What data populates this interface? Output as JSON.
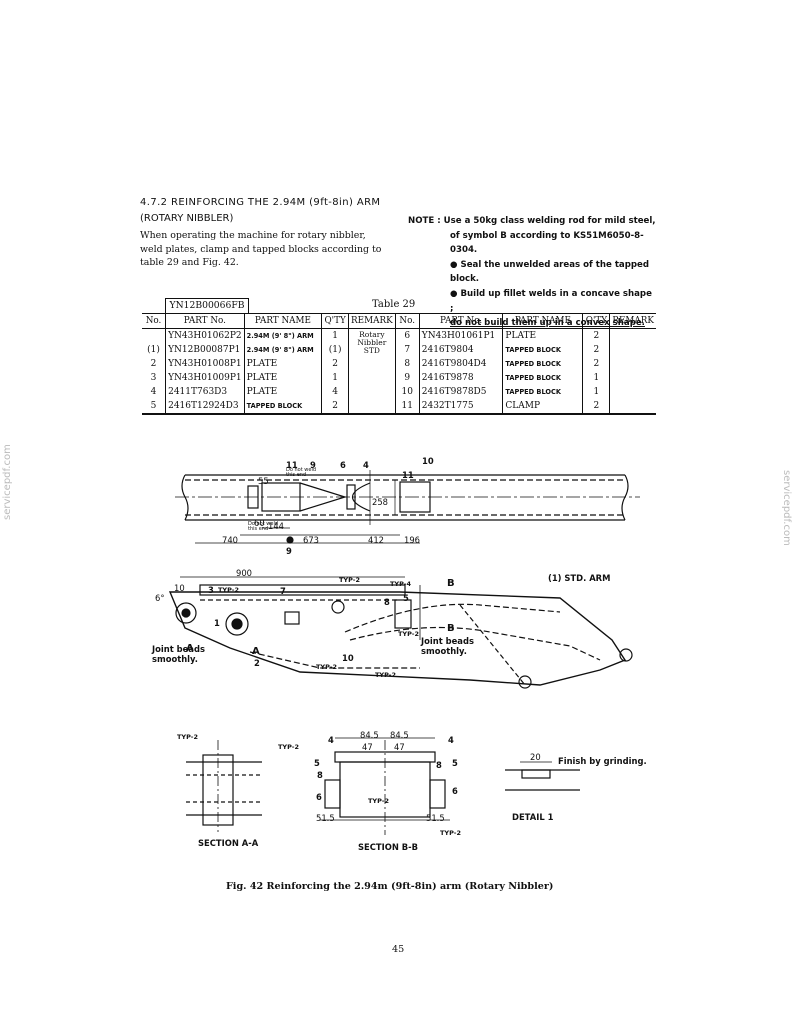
{
  "section": {
    "title": "4.7.2  REINFORCING THE 2.94M (9ft-8in)  ARM",
    "subtitle": "(ROTARY NIBBLER)",
    "intro": "When operating the machine for rotary nibbler, weld plates, clamp and tapped blocks according to table 29 and Fig. 42."
  },
  "note": {
    "label": "NOTE :",
    "line1": "Use a 50kg class welding rod for mild steel,",
    "line2": "of symbol B according to KS51M6050-8-0304.",
    "bullets": [
      "Seal the unwelded areas of the tapped block.",
      "Build up fillet welds in a concave shape ;",
      "do not build them up in a convex shape."
    ]
  },
  "table": {
    "code": "YN12B00066FB",
    "title": "Table 29",
    "headers": [
      "No.",
      "PART No.",
      "PART NAME",
      "Q'TY",
      "REMARK",
      "No.",
      "PART No.",
      "PART NAME",
      "Q'TY",
      "REMARK"
    ],
    "remark_std": "Rotary Nibbler STD",
    "rows": [
      {
        "l_no": "",
        "l_part": "YN43H01062P2",
        "l_name": "2.94M (9' 8\") ARM",
        "l_qty": "1",
        "r_no": "6",
        "r_part": "YN43H01061P1",
        "r_name": "PLATE",
        "r_qty": "2"
      },
      {
        "l_no": "(1)",
        "l_part": "YN12B00087P1",
        "l_name": "2.94M (9' 8\") ARM",
        "l_qty": "(1)",
        "r_no": "7",
        "r_part": "2416T9804",
        "r_name": "TAPPED BLOCK",
        "r_qty": "2"
      },
      {
        "l_no": "2",
        "l_part": "YN43H01008P1",
        "l_name": "PLATE",
        "l_qty": "2",
        "r_no": "8",
        "r_part": "2416T9804D4",
        "r_name": "TAPPED BLOCK",
        "r_qty": "2"
      },
      {
        "l_no": "3",
        "l_part": "YN43H01009P1",
        "l_name": "PLATE",
        "l_qty": "1",
        "r_no": "9",
        "r_part": "2416T9878",
        "r_name": "TAPPED BLOCK",
        "r_qty": "1"
      },
      {
        "l_no": "4",
        "l_part": "2411T763D3",
        "l_name": "PLATE",
        "l_qty": "4",
        "r_no": "10",
        "r_part": "2416T9878D5",
        "r_name": "TAPPED BLOCK",
        "r_qty": "1"
      },
      {
        "l_no": "5",
        "l_part": "2416T12924D3",
        "l_name": "TAPPED BLOCK",
        "l_qty": "2",
        "r_no": "11",
        "r_part": "2432T1775",
        "r_name": "CLAMP",
        "r_qty": "2"
      }
    ]
  },
  "figure": {
    "top_view": {
      "part_labels": [
        "11",
        "9",
        "6",
        "4",
        "11",
        "10",
        "9"
      ],
      "dims": [
        "144",
        "673",
        "412",
        "196",
        "740",
        "258",
        "55",
        "60"
      ],
      "side_text": [
        "Do not weld this end",
        "Do not weld this end"
      ]
    },
    "side_view": {
      "dims": [
        "900",
        "10",
        "6°"
      ],
      "labels": {
        "std_arm": "(1) STD. ARM",
        "joint1": "Joint beads smoothly.",
        "joint2": "Joint beads smoothly.",
        "a": "A",
        "b": "B",
        "typ2": "TYP-2",
        "typ4": "TYP-4"
      },
      "part_labels": [
        "3",
        "7",
        "5",
        "8",
        "2",
        "1",
        "10"
      ]
    },
    "section_aa": {
      "title": "SECTION A-A",
      "typ": "TYP-2"
    },
    "section_bb": {
      "title": "SECTION B-B",
      "dims": [
        "84.5",
        "84.5",
        "47",
        "47",
        "51.5",
        "51.5"
      ],
      "part_labels": [
        "4",
        "4",
        "5",
        "5",
        "6",
        "6",
        "8",
        "8"
      ],
      "typ": "TYP-2"
    },
    "detail": {
      "title": "DETAIL 1",
      "dim": "20",
      "note": "Finish by grinding."
    },
    "caption": "Fig. 42   Reinforcing the 2.94m (9ft-8in) arm (Rotary Nibbler)"
  },
  "page_number": "45",
  "watermark": "servicepdf.com"
}
